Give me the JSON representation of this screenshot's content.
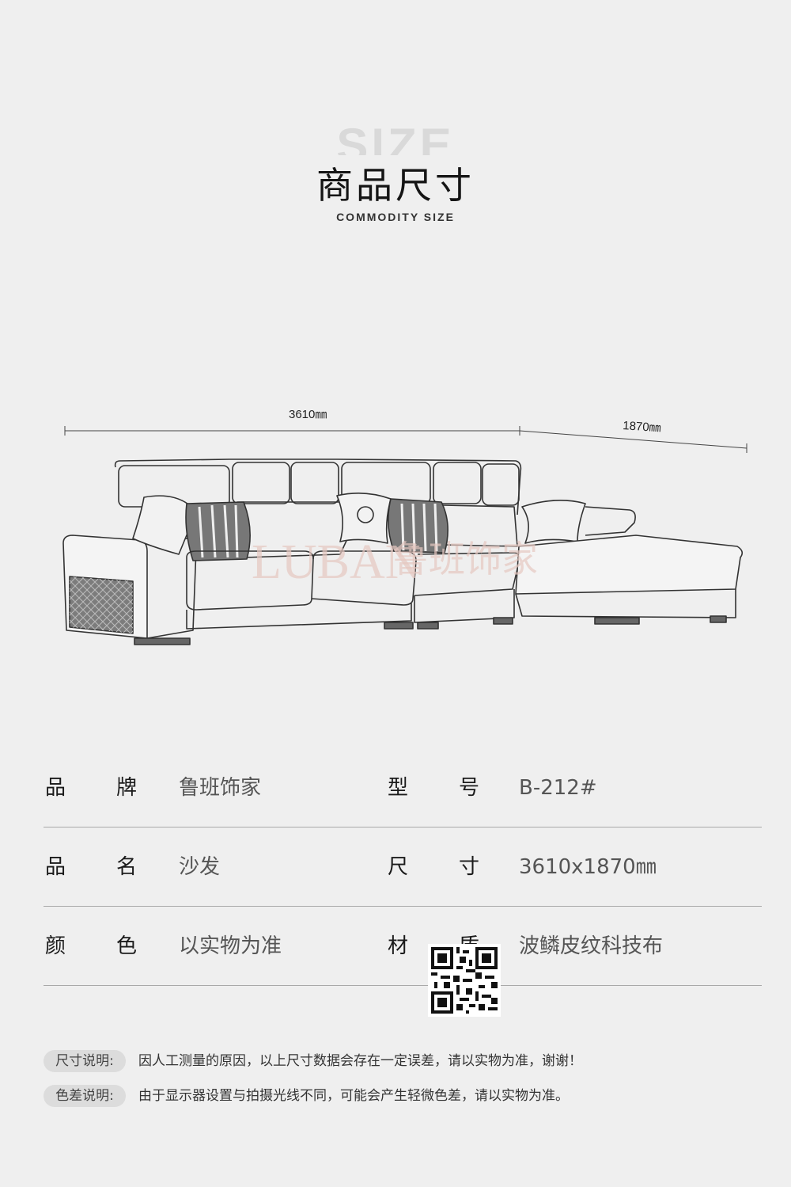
{
  "header": {
    "bg_word": "SIZE",
    "title": "商品尺寸",
    "subtitle": "COMMODITY SIZE"
  },
  "drawing": {
    "width_label": "3610㎜",
    "depth_label": "1870㎜",
    "watermark_latin": "LUBAN",
    "watermark_cjk": "鲁班饰家"
  },
  "specs": [
    {
      "l1a": "品",
      "l1b": "牌",
      "v1": "鲁班饰家",
      "l2a": "型",
      "l2b": "号",
      "v2": "B-212#"
    },
    {
      "l1a": "品",
      "l1b": "名",
      "v1": "沙发",
      "l2a": "尺",
      "l2b": "寸",
      "v2": "3610x1870㎜"
    },
    {
      "l1a": "颜",
      "l1b": "色",
      "v1": "以实物为准",
      "l2a": "材",
      "l2b": "质",
      "v2": "波鳞皮纹科技布"
    }
  ],
  "notes": [
    {
      "tag": "尺寸说明:",
      "text": "因人工测量的原因，以上尺寸数据会存在一定误差，请以实物为准，谢谢！"
    },
    {
      "tag": "色差说明:",
      "text": "由于显示器设置与拍摄光线不同，可能会产生轻微色差，请以实物为准。"
    }
  ],
  "colors": {
    "background": "#efefef",
    "line": "#a9a9a9",
    "tag_bg": "#dcdcdc"
  }
}
